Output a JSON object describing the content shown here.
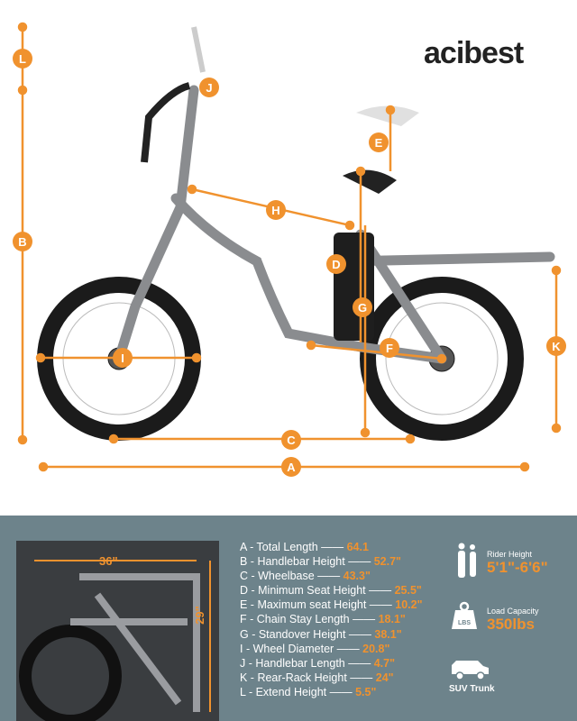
{
  "brand": "acibest",
  "dimension_labels": [
    "A",
    "B",
    "C",
    "D",
    "E",
    "F",
    "G",
    "H",
    "I",
    "J",
    "K",
    "L"
  ],
  "specs": [
    {
      "label": "A - Total Length ——",
      "value": "64.1"
    },
    {
      "label": "B - Handlebar Height ——",
      "value": "52.7\""
    },
    {
      "label": "C - Wheelbase ——",
      "value": "43.3\""
    },
    {
      "label": "D - Minimum Seat Height ——",
      "value": "25.5\""
    },
    {
      "label": "E - Maximum seat Height ——",
      "value": "10.2\""
    },
    {
      "label": "F - Chain Stay Length ——",
      "value": "18.1\""
    },
    {
      "label": "G - Standover Height ——",
      "value": "38.1\""
    },
    {
      "label": "I - Wheel Diameter ——",
      "value": "20.8\""
    },
    {
      "label": "J - Handlebar Length ——",
      "value": "4.7\""
    },
    {
      "label": "K - Rear-Rack Height ——",
      "value": "24\""
    },
    {
      "label": "L - Extend Height ——",
      "value": "5.5\""
    }
  ],
  "folded": {
    "width": "36\"",
    "height": "29\""
  },
  "features": {
    "rider": {
      "label": "Rider Height",
      "value": "5'1\"-6'6\""
    },
    "load": {
      "label": "Load Capacity",
      "value": "350lbs",
      "badge": "LBS"
    },
    "suv": {
      "label": "SUV Trunk"
    }
  },
  "accent": "#f0922e"
}
